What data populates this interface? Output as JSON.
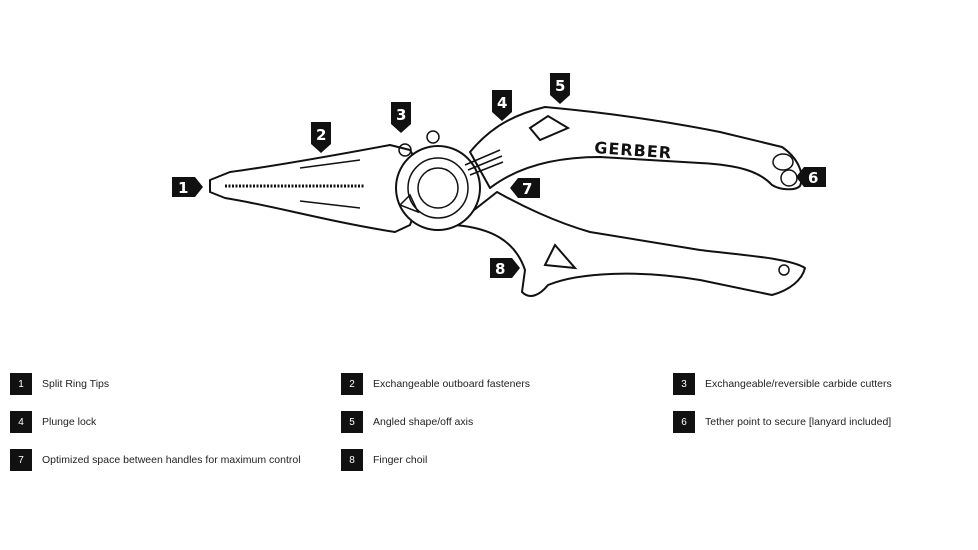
{
  "brand": "GERBER",
  "callouts": [
    {
      "num": "1",
      "label": "Split Ring Tips"
    },
    {
      "num": "2",
      "label": "Exchangeable outboard fasteners"
    },
    {
      "num": "3",
      "label": "Exchangeable/reversible carbide cutters"
    },
    {
      "num": "4",
      "label": "Plunge lock"
    },
    {
      "num": "5",
      "label": "Angled shape/off axis"
    },
    {
      "num": "6",
      "label": "Tether point to secure [lanyard included]"
    },
    {
      "num": "7",
      "label": "Optimized space between handles for maximum control"
    },
    {
      "num": "8",
      "label": "Finger choil"
    }
  ],
  "colors": {
    "ink": "#111111",
    "paper": "#ffffff"
  }
}
